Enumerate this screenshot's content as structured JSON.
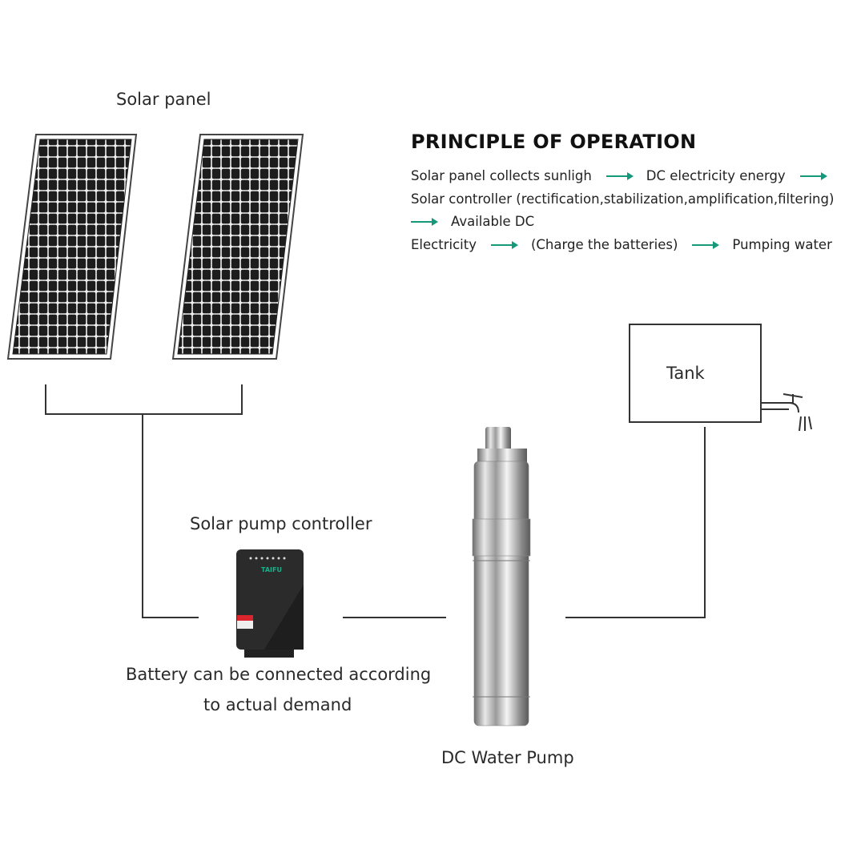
{
  "labels": {
    "solar_panel": "Solar panel",
    "controller": "Solar pump controller",
    "battery_line1": "Battery can be connected according",
    "battery_line2": "to actual demand",
    "pump": "DC Water Pump",
    "tank": "Tank"
  },
  "principle": {
    "title": "PRINCIPLE OF OPERATION",
    "line1": [
      "Solar panel collects sunligh",
      "DC electricity energy"
    ],
    "line2": "Solar controller (rectification,stabilization,amplification,filtering)",
    "line3": "Available DC",
    "line4": [
      "Electricity",
      "(Charge the batteries)",
      "Pumping water"
    ]
  },
  "controller_brand": "TAIFU",
  "colors": {
    "accent": "#14997a",
    "line": "#333333"
  }
}
